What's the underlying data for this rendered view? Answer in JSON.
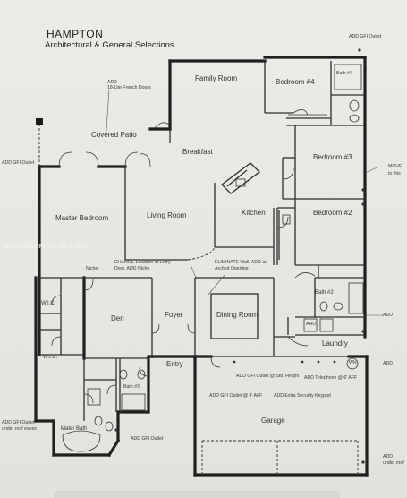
{
  "header": {
    "title": "HAMPTON",
    "subtitle": "Architectural & General Selections"
  },
  "rooms": {
    "family_room": "Family Room",
    "bedroom4": "Bedroom #4",
    "bedroom3": "Bedroom #3",
    "bedroom2": "Bedroom #2",
    "kitchen": "Kitchen",
    "breakfast": "Breakfast",
    "living_room": "Living Room",
    "master_bedroom": "Master Bedroom",
    "covered_patio": "Covered Patio",
    "den": "Den",
    "foyer": "Foyer",
    "entry": "Entry",
    "dining_room": "Dining Room",
    "laundry": "Laundry",
    "bath2": "Bath #2",
    "bath3": "Bath #3",
    "bath4": "Bath #4",
    "wic1": "W.I.C.",
    "wic2": "W.I.C.",
    "master_bath": "Mater Bath",
    "garage": "Garage",
    "niche": "Niche",
    "ahu": "AHU",
    "wh": "WH"
  },
  "notes": {
    "gfi_top_right": "ADD GFI Outlet",
    "french_doors_1": "ADD",
    "french_doors_2": "18-Lite French Doors",
    "gfi_left_1": "ADD GFI Outlet",
    "move_1": "MOVE",
    "move_2": "to this",
    "change_1": "CHANGE Location of Entry",
    "change_2": "Door, ADD Niche",
    "eliminate_1": "ELIMINATE Wall, ADD an",
    "eliminate_2": "Arched Opening",
    "add_right_1": "ADD",
    "add_right_2": "ADD",
    "gfi_std": "ADD GFI Outlet @ Std. Height",
    "telephone": "ADD Telephone @ 6' AFF",
    "gfi_4aff": "ADD GFI Outlet @ 4' AFF",
    "security": "ADD Extra Security Keypad",
    "gfi_bottom_left_1": "ADD GFI Outlet",
    "gfi_bottom_left_2": "under roof eaves",
    "gfi_bottom": "ADD GFI Outlet",
    "add_bottom_right_1": "ADD",
    "add_bottom_right_2": "under roof"
  },
  "watermark": "A11133595 Miami MLS 2021"
}
